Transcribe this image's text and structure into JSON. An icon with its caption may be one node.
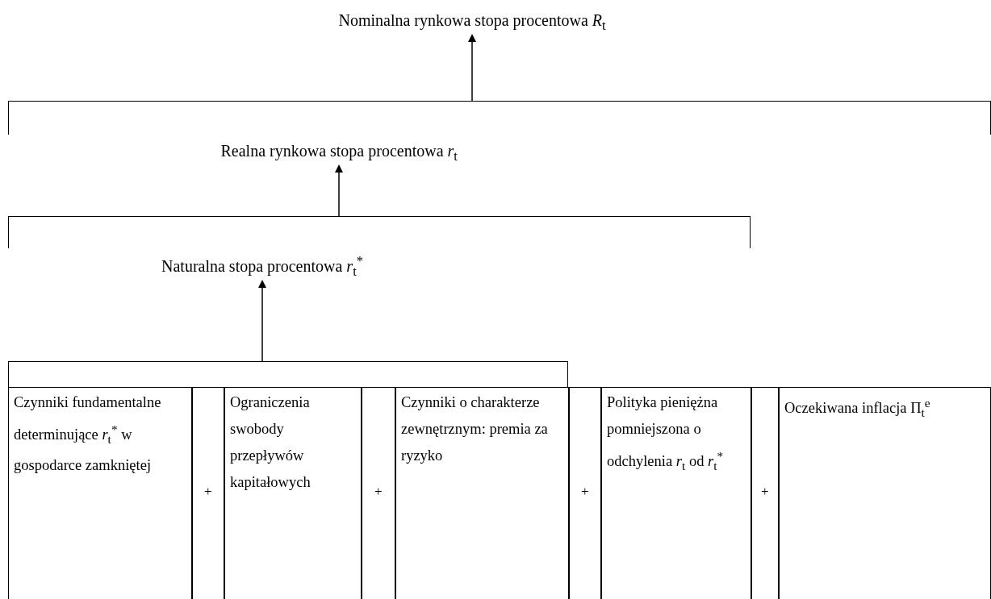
{
  "diagram": {
    "nodes": [
      {
        "text": [
          "Nominalna rynkowa stopa procentowa *R*$_{t}$"
        ]
      },
      {
        "text": [],
        "shape": "bracket"
      },
      {
        "text": [
          "Realna rynkowa stopa procentowa *r*$_{t}$"
        ]
      },
      {
        "text": [],
        "shape": "bracket"
      },
      {
        "text": [
          "Naturalna stopa procentowa *r*$_{t}$$^{*}$"
        ]
      },
      {
        "text": [],
        "shape": "bracket"
      },
      {
        "text": [
          "Czynniki fundamentalne determinujące *r*$_{t}$$^{*}$ w gospodarce zamkniętej"
        ]
      },
      {
        "text": [
          "Ograniczenia swobody przepływów kapitałowych"
        ]
      },
      {
        "text": [
          "Czynniki o charakterze zewnętrznym: premia za ryzyko"
        ]
      },
      {
        "text": [
          "Polityka pieniężna pomniejszona o odchylenia *r*$_{t}$ od *r*$_{t}$$^{*}$"
        ]
      },
      {
        "text": [
          "Oczekiwana inflacja Π$_{t}$$^{e}$"
        ]
      }
    ],
    "edges": [
      {
        "from": 1,
        "to": 0,
        "arrow": "to"
      },
      {
        "from": 3,
        "to": 2,
        "arrow": "to"
      },
      {
        "from": 5,
        "to": 4,
        "arrow": "to"
      }
    ],
    "labels": [
      "+",
      "+",
      "+",
      "+"
    ]
  }
}
